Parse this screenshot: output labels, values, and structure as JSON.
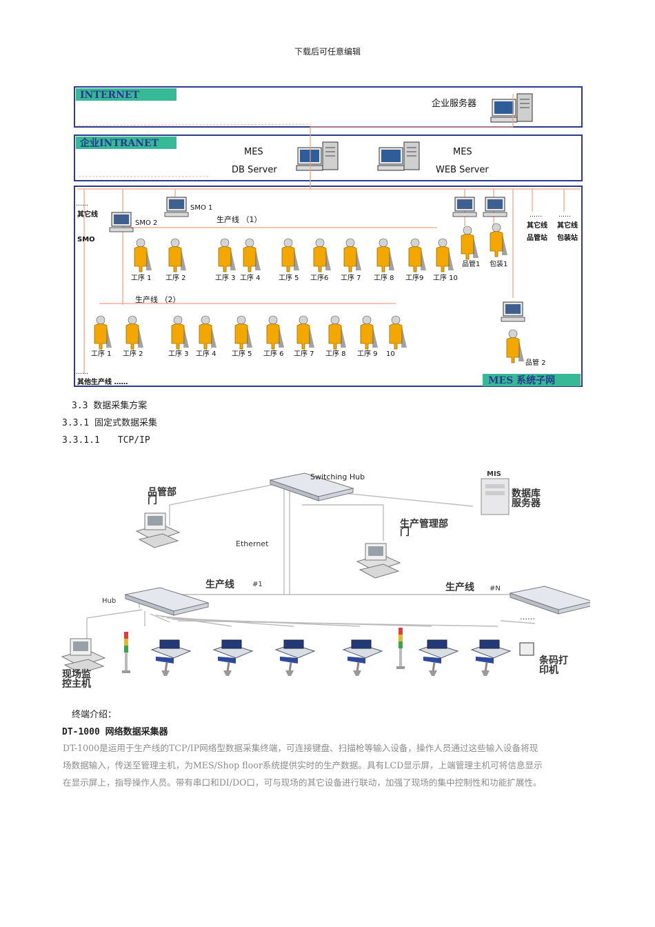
{
  "header": {
    "text": "下载后可任意编辑"
  },
  "figure1": {
    "internet_label": "INTERNET",
    "intranet_label": "企业INTRANET",
    "enterprise_server": "企业服务器",
    "mes_db_1": "MES",
    "mes_db_2": "DB Server",
    "mes_web_1": "MES",
    "mes_web_2": "WEB Server",
    "dots": "……",
    "other_line_left": "其它线",
    "smo": "SMO",
    "smo1": "SMO 1",
    "smo2": "SMO 2",
    "line1": "生产线 （1）",
    "line2": "生产线 （2）",
    "other_line_r1": "其它线",
    "other_line_r2": "其它线",
    "qc_station": "品管站",
    "pack_station": "包装站",
    "qc1": "品管1",
    "pack1": "包装1",
    "qc2": "品管 2",
    "row1_steps": [
      "工序 1",
      "工序 2",
      "工序 3",
      "工序 4",
      "工序 5",
      "工序6",
      "工序 7",
      "工序 8",
      "工序9",
      "工序 10"
    ],
    "row2_steps": [
      "工序 1",
      "工序 2",
      "工序 3",
      "工序 4",
      "工序 5",
      "工序 6",
      "工序 7",
      "工序 8",
      "工序 9",
      "10"
    ],
    "other_lines_bottom": "其他生产线 ……",
    "subnet": "MES 系统子网"
  },
  "section": {
    "s33": "3.3 数据采集方案",
    "s331": "3.3.1 固定式数据采集",
    "s3311": "3.3.1.1　　TCP/IP"
  },
  "figure2": {
    "switching_hub": "Switching Hub",
    "mis": "MIS",
    "db_server_1": "数据库",
    "db_server_2": "服务器",
    "qc_dept_1": "品管部",
    "qc_dept_2": "门",
    "prod_dept_1": "生产管理部",
    "prod_dept_2": "门",
    "ethernet": "Ethernet",
    "line1": "生产线",
    "line1_no": "#1",
    "lineN": "生产线",
    "lineN_no": "#N",
    "hub": "Hub",
    "monitor_1": "现场监",
    "monitor_2": "控主机",
    "printer_1": "条码打",
    "printer_2": "印机",
    "dots": "……"
  },
  "terminal": {
    "intro": "终端介绍：",
    "model": "DT-1000 网络数据采集器",
    "para_lines": [
      "DT-1000是运用于生产线的TCP/IP网络型数据采集终端，可连接键盘、扫描枪等输入设备，操作人员通过这些输入设备将现",
      "场数据输入，传送至管理主机，为MES/Shop floor系统提供实时的生产数据。具有LCD显示屏，上端管理主机可将信息显示",
      "在显示屏上，指导操作人员。带有串口和DI/DO口，可与现场的其它设备进行联动，加强了现场的集中控制性和功能扩展性。"
    ]
  }
}
